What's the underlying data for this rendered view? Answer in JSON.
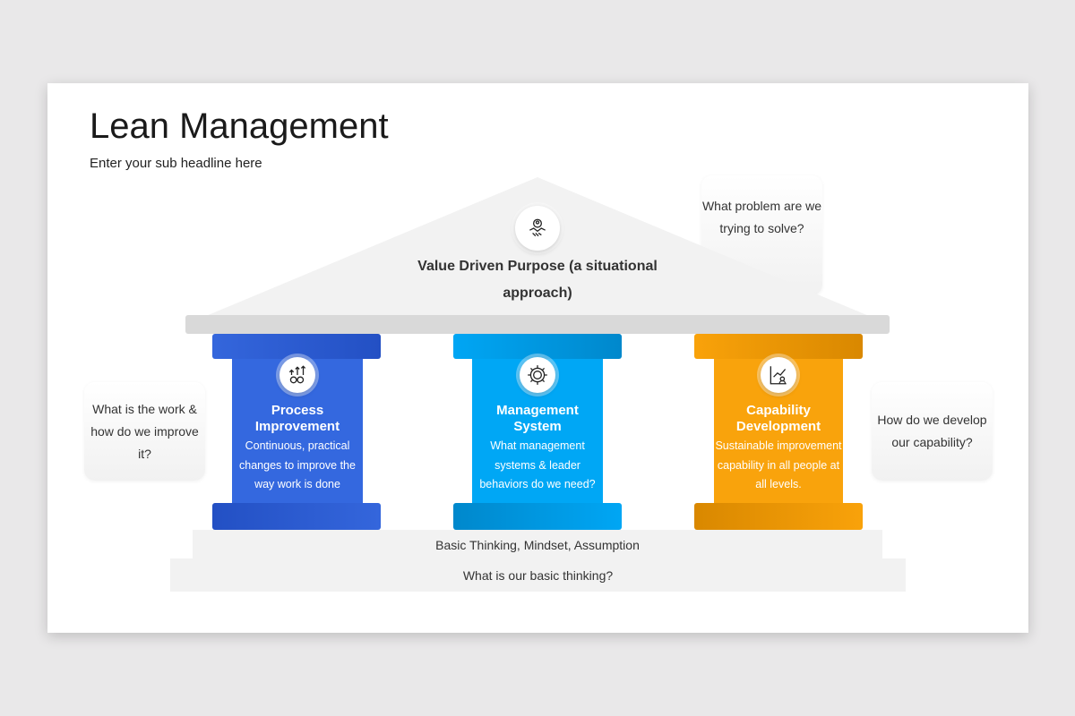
{
  "title": "Lean Management",
  "subtitle": "Enter your sub headline here",
  "roof": {
    "label": "Value Driven Purpose (a situational approach)",
    "icon": "teamwork-handshake-icon"
  },
  "top_card": "What problem are we trying to solve?",
  "left_card": "What is the work & how do we improve it?",
  "right_card": "How do we develop our capability?",
  "pillars": [
    {
      "title": "Process Improvement",
      "text": "Continuous, practical changes to improve the way work is done",
      "color": "#2f63d8",
      "icon": "gears-arrows-icon"
    },
    {
      "title": "Management System",
      "text": "What management systems & leader behaviors do we need?",
      "color": "#00a6f4",
      "icon": "gear-team-icon"
    },
    {
      "title": "Capability Development",
      "text": "Sustainable improvement capability in all people at all levels.",
      "color": "#f9a20a",
      "icon": "growth-chart-person-icon"
    }
  ],
  "steps": [
    "Basic Thinking, Mindset, Assumption",
    "What is our basic thinking?"
  ]
}
